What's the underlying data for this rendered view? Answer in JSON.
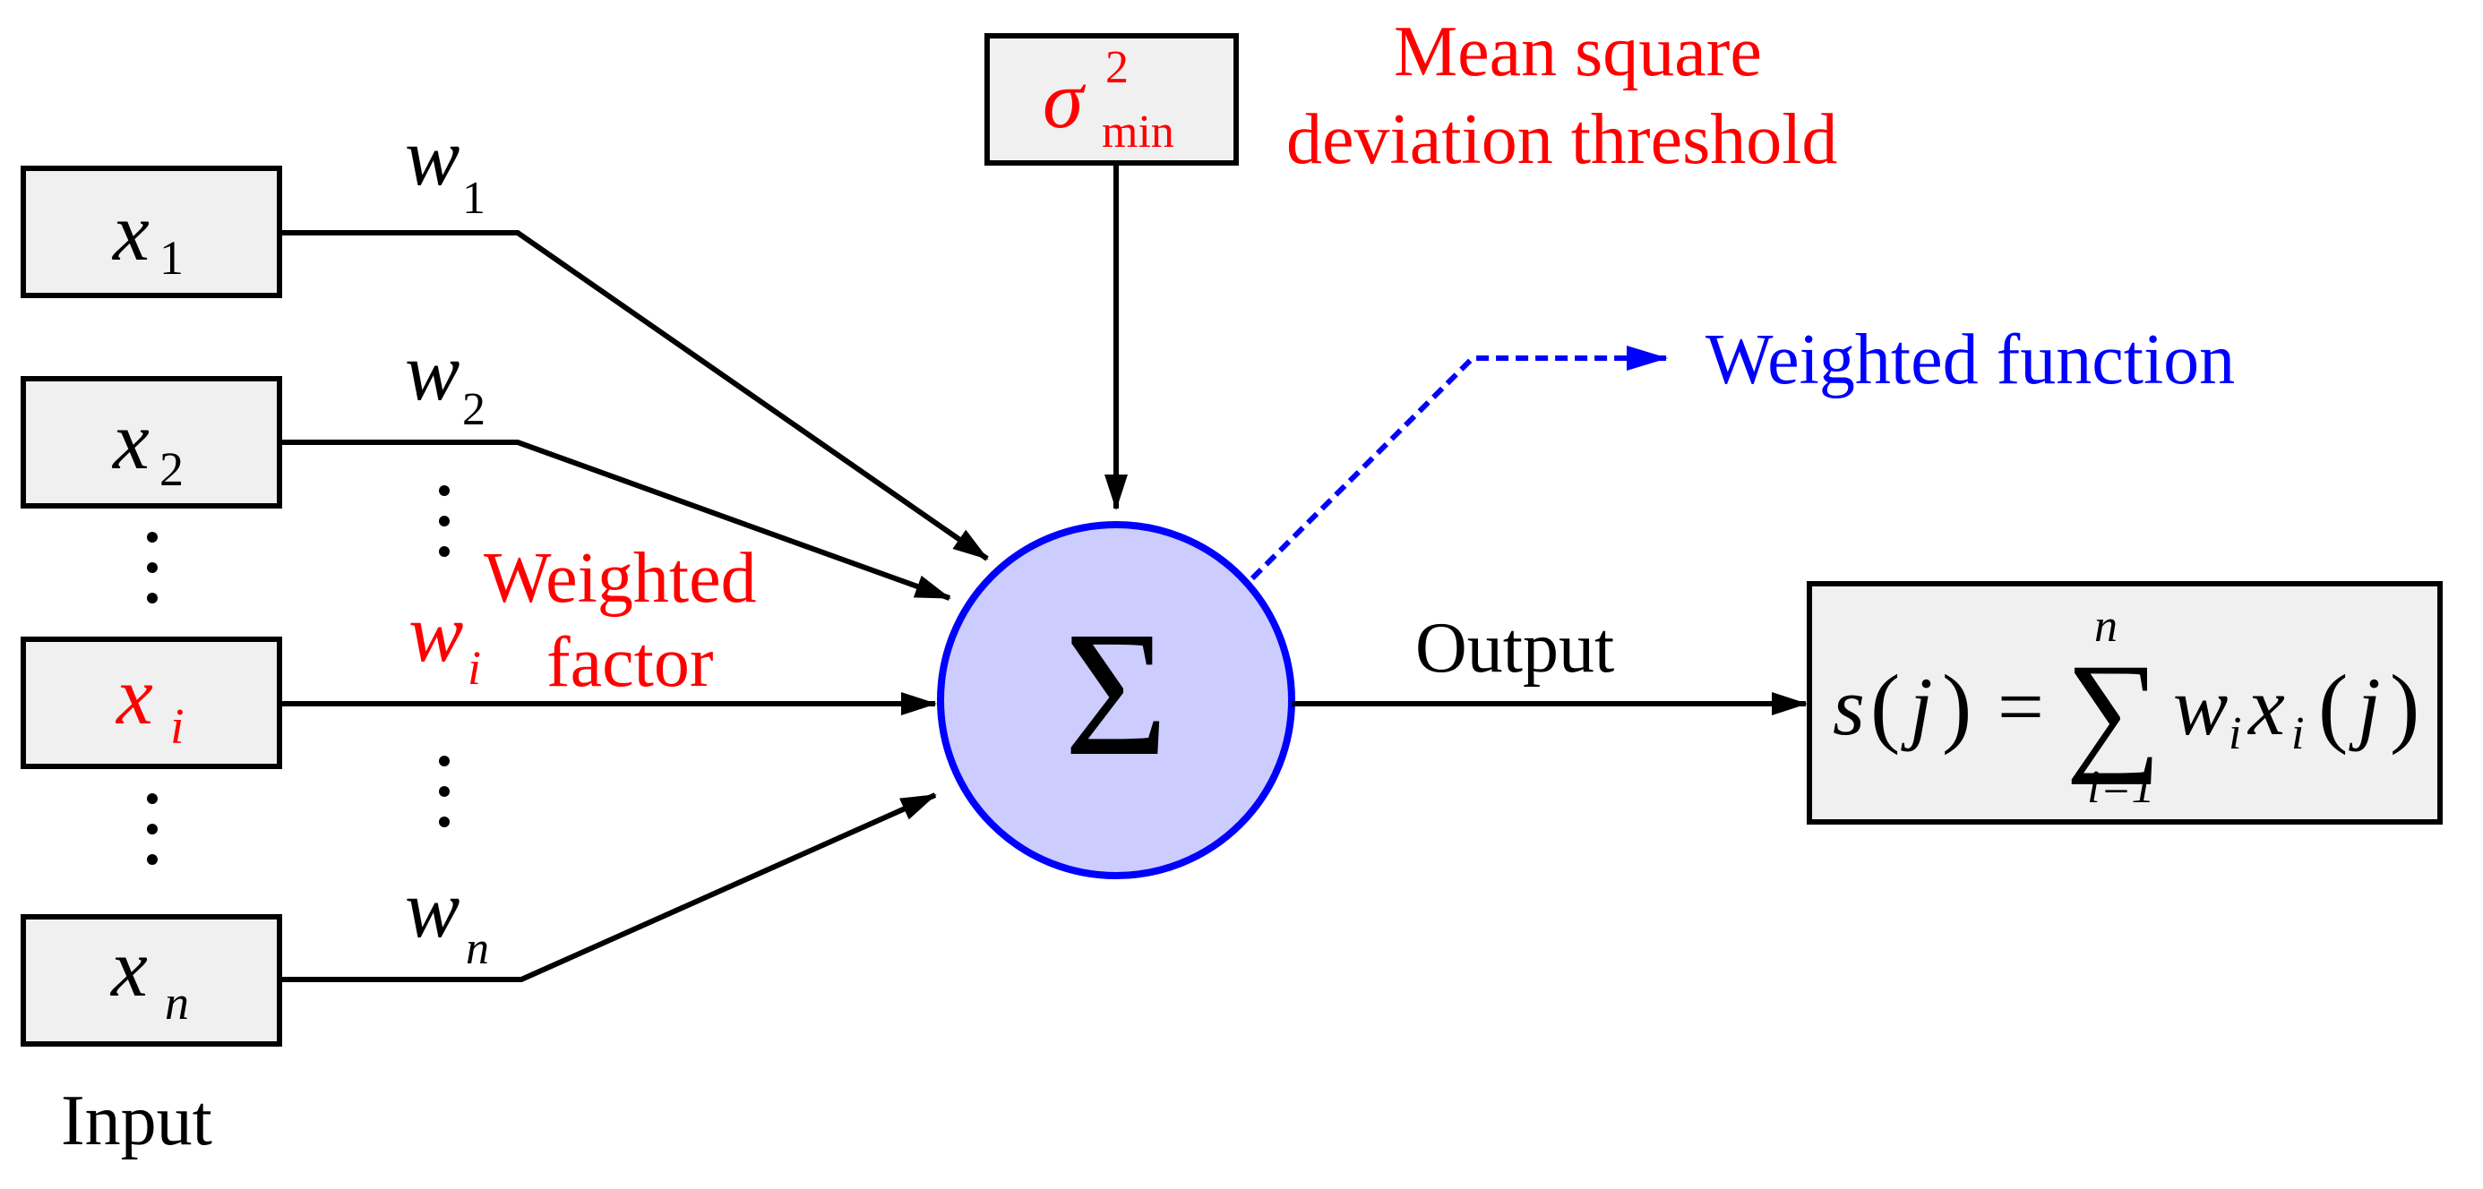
{
  "inputs": {
    "x1": {
      "var": "x",
      "sub": "1"
    },
    "x2": {
      "var": "x",
      "sub": "2"
    },
    "xi": {
      "var": "x",
      "sub": "i"
    },
    "xn": {
      "var": "x",
      "sub": "n"
    },
    "caption": "Input"
  },
  "weights": {
    "w1": {
      "var": "w",
      "sub": "1"
    },
    "w2": {
      "var": "w",
      "sub": "2"
    },
    "wi": {
      "var": "w",
      "sub": "i"
    },
    "wn": {
      "var": "w",
      "sub": "n"
    }
  },
  "threshold": {
    "symbol": "σ",
    "sup": "2",
    "sub": "min",
    "label_line1": "Mean square",
    "label_line2": "deviation threshold"
  },
  "weighted_factor": {
    "line1": "Weighted",
    "line2": "factor"
  },
  "summation": {
    "symbol": "Σ"
  },
  "weighted_function": "Weighted function",
  "output_label": "Output",
  "formula": {
    "lhs_s": "s",
    "lhs_j": "j",
    "equals": "=",
    "sigma": "∑",
    "upper": "n",
    "lower": "i=1",
    "w": "w",
    "w_sub": "i",
    "x": "x",
    "x_sub": "i",
    "rhs_j": "j",
    "lparen": "(",
    "rparen": ")"
  },
  "colors": {
    "red": "#ff0000",
    "blue": "#0000ff",
    "circle_fill": "#ccccff",
    "box_fill": "#f0f0f0",
    "line": "#000000"
  }
}
